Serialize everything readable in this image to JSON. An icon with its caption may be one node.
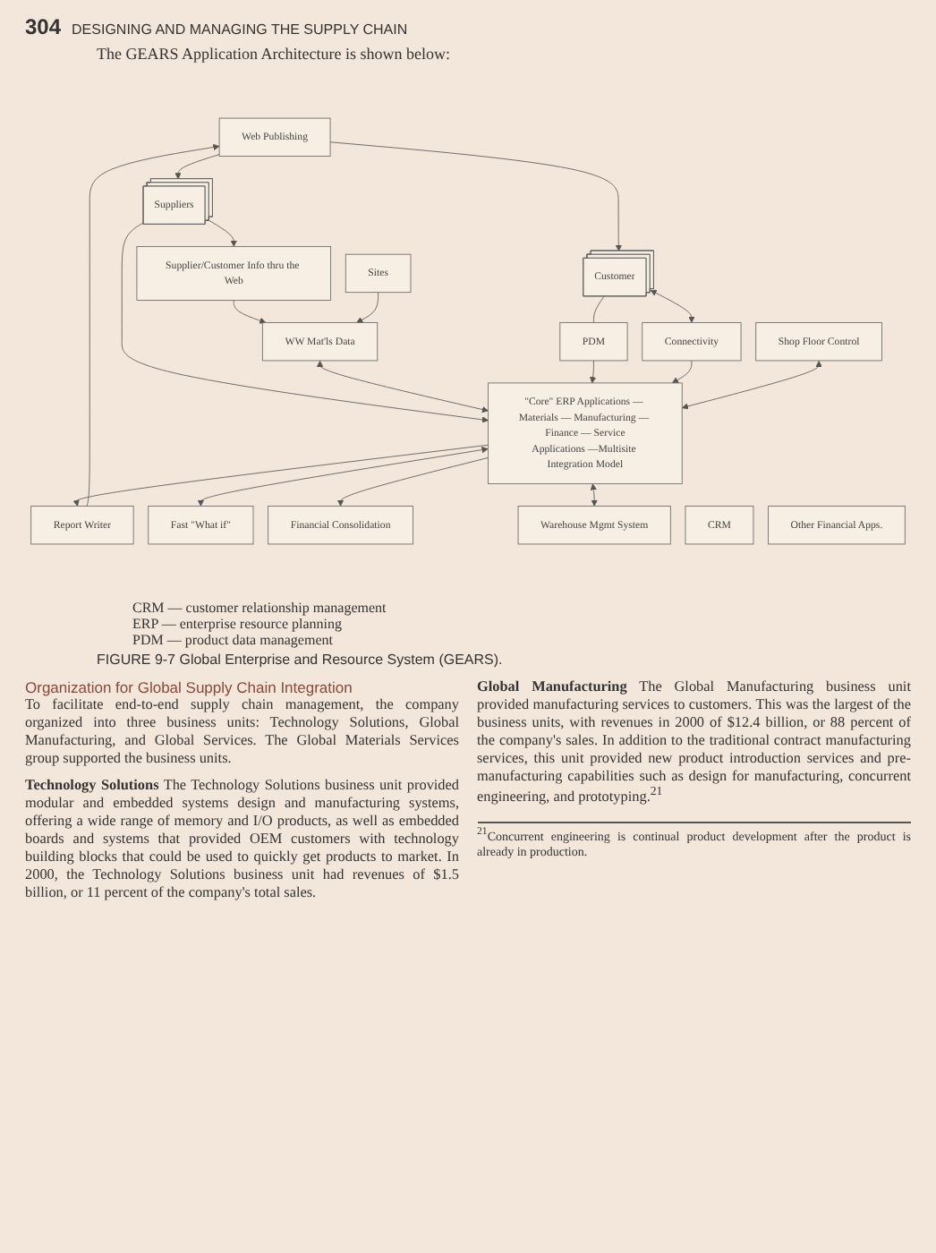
{
  "diagram": {
    "caption": "FIGURE 9-7 Global Enterprise and Resource System (GEARS).",
    "nodes": [
      {
        "text": [
          "Web Publishing"
        ]
      },
      {
        "text": [
          "Suppliers"
        ]
      },
      {
        "text": [
          "Supplier/Customer Info thru the Web"
        ]
      },
      {
        "text": [
          "Sites"
        ]
      },
      {
        "text": [
          "WW Mat'ls Data"
        ]
      },
      {
        "text": [
          "Report Writer"
        ]
      },
      {
        "text": [
          "Customer"
        ]
      },
      {
        "text": [
          "PDM"
        ]
      },
      {
        "text": [
          "Connectivity"
        ]
      },
      {
        "text": [
          "Shop Floor Control"
        ]
      },
      {
        "text": [
          "\"Core\" ERP Applications — Materials — Manufacturing — Finance — Service",
          "Applications —Multisite Integration Model"
        ]
      },
      {
        "text": [
          "Fast \"What if\""
        ]
      },
      {
        "text": [
          "CRM"
        ]
      },
      {
        "text": [
          "Other Financial Apps."
        ]
      },
      {
        "text": [
          "Financial Consolidation"
        ]
      },
      {
        "text": [
          "Warehouse Mgmt System"
        ]
      }
    ],
    "edges": [
      {
        "from": 0,
        "to": 1,
        "arrow": "to"
      },
      {
        "from": 0,
        "to": 6,
        "arrow": "to"
      },
      {
        "from": 1,
        "to": 2,
        "arrow": "to"
      },
      {
        "from": 1,
        "to": 10,
        "arrow": "to"
      },
      {
        "from": 2,
        "to": 4,
        "arrow": "to"
      },
      {
        "from": 3,
        "to": 4,
        "arrow": "to"
      },
      {
        "from": 4,
        "to": 10,
        "arrow": "both"
      },
      {
        "from": 10,
        "to": 5,
        "arrow": "to"
      },
      {
        "from": 5,
        "to": 0,
        "arrow": "to"
      },
      {
        "from": 10,
        "to": 11,
        "arrow": "both"
      },
      {
        "from": 6,
        "to": 7,
        "arrow": "none"
      },
      {
        "from": 7,
        "to": 10,
        "arrow": "to"
      },
      {
        "from": 6,
        "to": 8,
        "arrow": "both"
      },
      {
        "from": 8,
        "to": 10,
        "arrow": "to"
      },
      {
        "from": 9,
        "to": 10,
        "arrow": "both"
      },
      {
        "from": 10,
        "to": 14,
        "arrow": "to"
      },
      {
        "from": 10,
        "to": 15,
        "arrow": "both"
      }
    ],
    "labels": [
      "304",
      "DESIGNING AND MANAGING THE SUPPLY CHAIN",
      "The GEARS Application Architecture is shown below:",
      "CRM — customer relationship management",
      "ERP — enterprise resource planning",
      "PDM — product data management",
      "Organization for Global Supply Chain Integration",
      "To facilitate end-to-end supply chain management, the company organized into three business units: Technology Solutions, Global Manufacturing, and Global Services. The Global Materials Services group supported the business units.",
      "**Technology Solutions** The Technology Solutions business unit provided modular and embedded systems design and manufacturing systems, offering a wide range of memory and I/O products, as well as embedded boards and systems that provided OEM customers with technology building blocks that could be used to quickly get products to market. In 2000, the Technology Solutions business unit had revenues of $1.5 billion, or 11 percent of the company's total sales.",
      "**Global Manufacturing** The Global Manufacturing business unit provided manufacturing services to customers. This was the largest of the business units, with revenues in 2000 of $12.4 billion, or 88 percent of the company's sales. In addition to the traditional contract manufacturing services, this unit provided new product introduction services and pre-manufacturing capabilities such as design for manufacturing, concurrent engineering, and prototyping.$^{21}$",
      "$^{21}$Concurrent engineering is continual product development after the product is already in production."
    ]
  }
}
